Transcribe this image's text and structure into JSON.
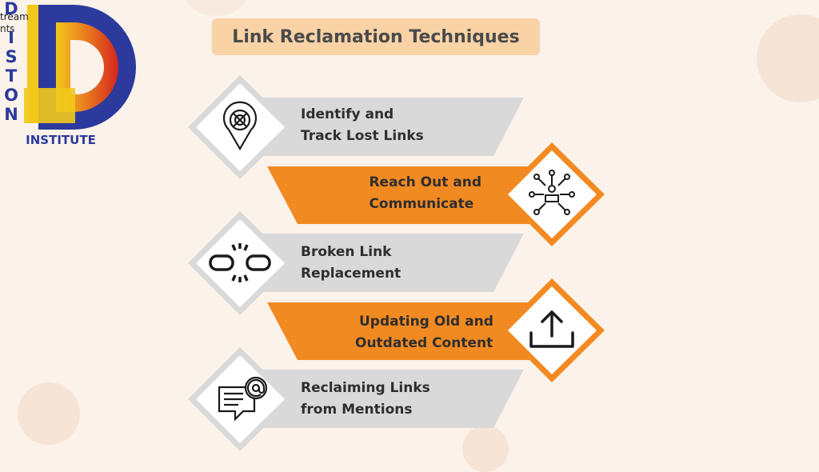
{
  "logo": {
    "letters": [
      "D",
      "I",
      "S",
      "T",
      "O",
      "N"
    ],
    "overlay_text": [
      "tream",
      "nts"
    ],
    "institute_text": "INSTITUTE",
    "colors": {
      "blue": "#2b3a9c",
      "orange": "#e8791e",
      "red": "#d4241e",
      "yellow": "#f2c81c"
    }
  },
  "title": "Link Reclamation Techniques",
  "colors": {
    "background": "#fbf2ea",
    "title_bg": "#f9d3a6",
    "gray_band": "#d9d9d9",
    "orange_band": "#f28a22",
    "icon_diamond": "#ffffff"
  },
  "steps": [
    {
      "line1": "Identify and",
      "line2": "Track Lost Links",
      "icon": "location-pin-target-icon",
      "style": "gray"
    },
    {
      "line1": "Reach Out and",
      "line2": "Communicate",
      "icon": "network-person-icon",
      "style": "orange"
    },
    {
      "line1": "Broken Link",
      "line2": "Replacement",
      "icon": "broken-chain-icon",
      "style": "gray"
    },
    {
      "line1": "Updating Old and",
      "line2": "Outdated Content",
      "icon": "upload-icon",
      "style": "orange"
    },
    {
      "line1": "Reclaiming Links",
      "line2": "from Mentions",
      "icon": "email-at-message-icon",
      "style": "gray"
    }
  ]
}
